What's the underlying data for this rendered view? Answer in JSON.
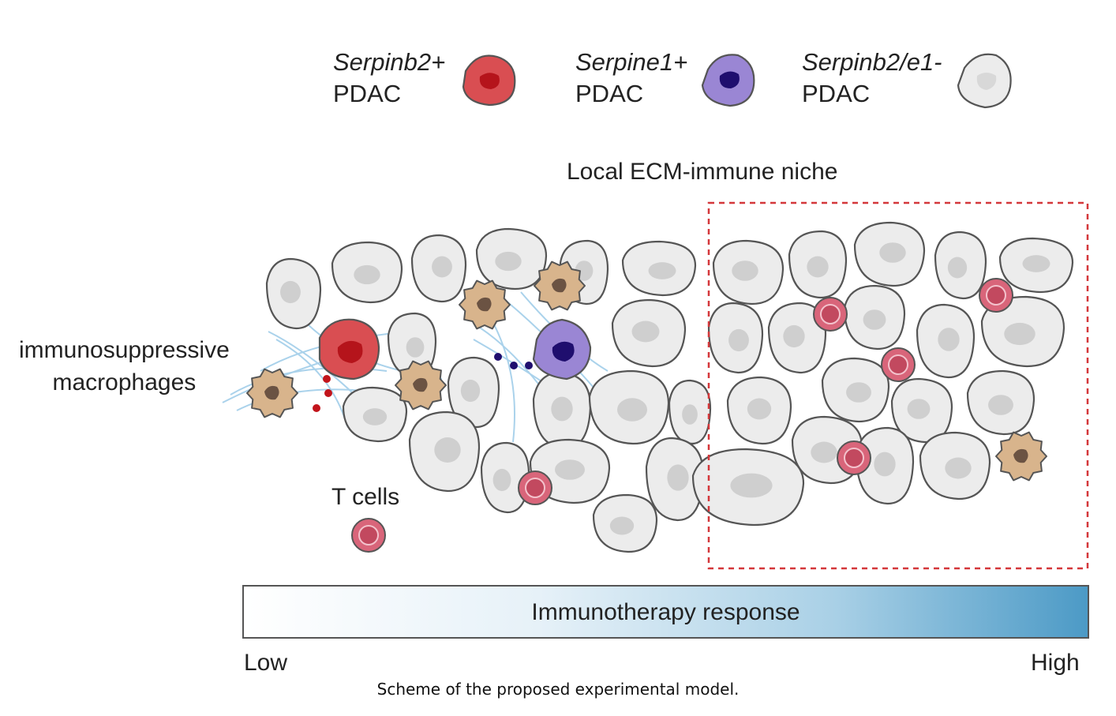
{
  "legend": [
    {
      "gene": "Serpinb2+",
      "type": "PDAC",
      "color": "#d94e52",
      "nucleus": "#b5141b"
    },
    {
      "gene": "Serpine1+",
      "type": "PDAC",
      "color": "#9a86d4",
      "nucleus": "#1f0e6e"
    },
    {
      "gene": "Serpinb2/e1-",
      "type": "PDAC",
      "color": "#ececec",
      "nucleus": "#d6d6d6"
    }
  ],
  "niche_label": "Local ECM-immune niche",
  "macrophage_label": "immunosuppressive\nmacrophages",
  "tcell_label": "T cells",
  "response_bar": {
    "label": "Immunotherapy response",
    "low": "Low",
    "high": "High"
  },
  "caption": "Scheme of the proposed experimental model.",
  "colors": {
    "tumor_fill": "#ececec",
    "tumor_nucleus": "#cfcfcf",
    "macrophage": "#d8b48c",
    "tcell": "#d9657a",
    "ecm": "#8ec3e6",
    "niche_border": "#d4373a"
  }
}
